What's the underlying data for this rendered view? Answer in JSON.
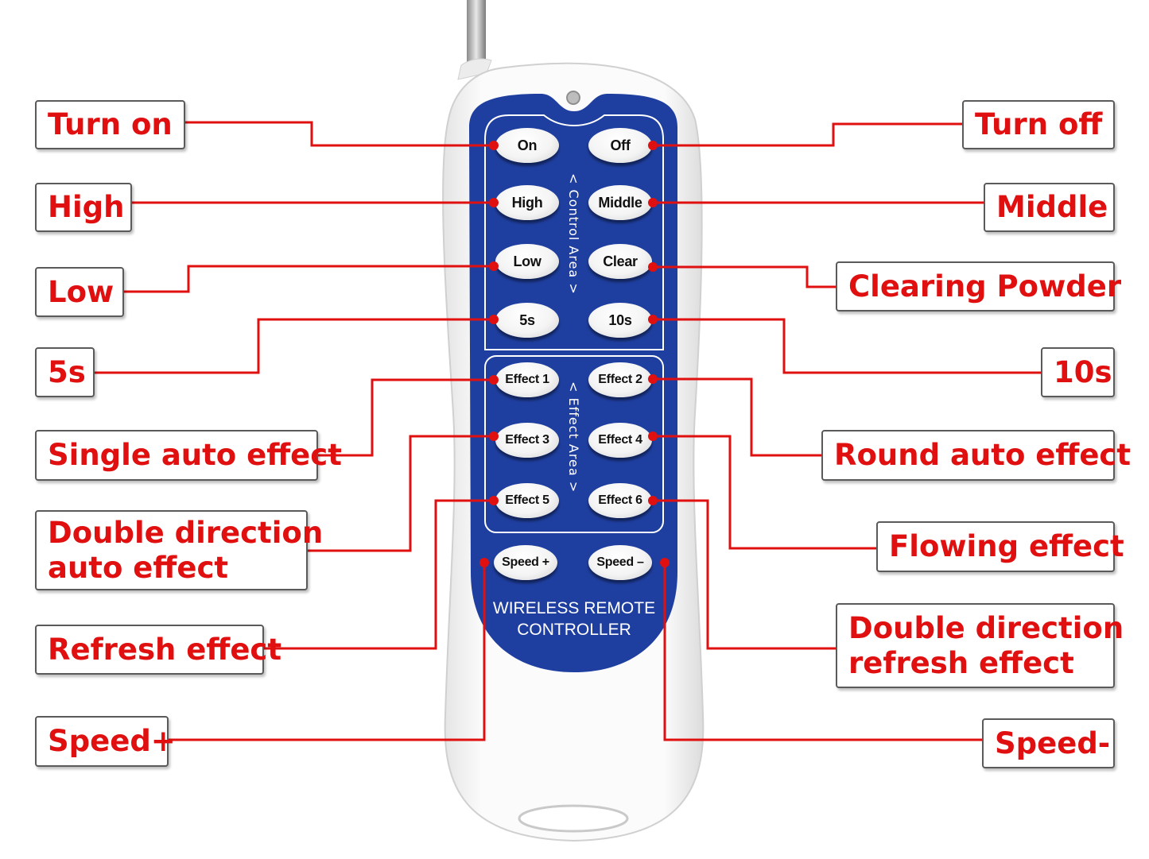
{
  "remote": {
    "control_area_label": "< Control Area >",
    "effect_area_label": "< Effect Area >",
    "brand_line1": "WIRELESS REMOTE",
    "brand_line2": "CONTROLLER",
    "buttons": {
      "on": "On",
      "off": "Off",
      "high": "High",
      "middle": "Middle",
      "low": "Low",
      "clear": "Clear",
      "s5": "5s",
      "s10": "10s",
      "effect1": "Effect 1",
      "effect2": "Effect 2",
      "effect3": "Effect 3",
      "effect4": "Effect 4",
      "effect5": "Effect 5",
      "effect6": "Effect 6",
      "speed_plus": "Speed +",
      "speed_minus": "Speed –"
    }
  },
  "callouts": {
    "left": {
      "turn_on": "Turn on",
      "high": "High",
      "low": "Low",
      "s5": "5s",
      "single_auto": "Single auto effect",
      "double_auto_1": "Double direction",
      "double_auto_2": "auto effect",
      "refresh": "Refresh effect",
      "speed_plus": "Speed+"
    },
    "right": {
      "turn_off": "Turn off",
      "middle": "Middle",
      "clearing_powder": "Clearing Powder",
      "s10": "10s",
      "round_auto": "Round auto effect",
      "flowing": "Flowing effect",
      "double_refresh_1": "Double direction",
      "double_refresh_2": "refresh effect",
      "speed_minus": "Speed-"
    }
  },
  "colors": {
    "remote_body": "#f4f4f4",
    "panel_blue": "#1f3fa0",
    "callout_text": "#e01010",
    "leader_line": "#e01010"
  }
}
